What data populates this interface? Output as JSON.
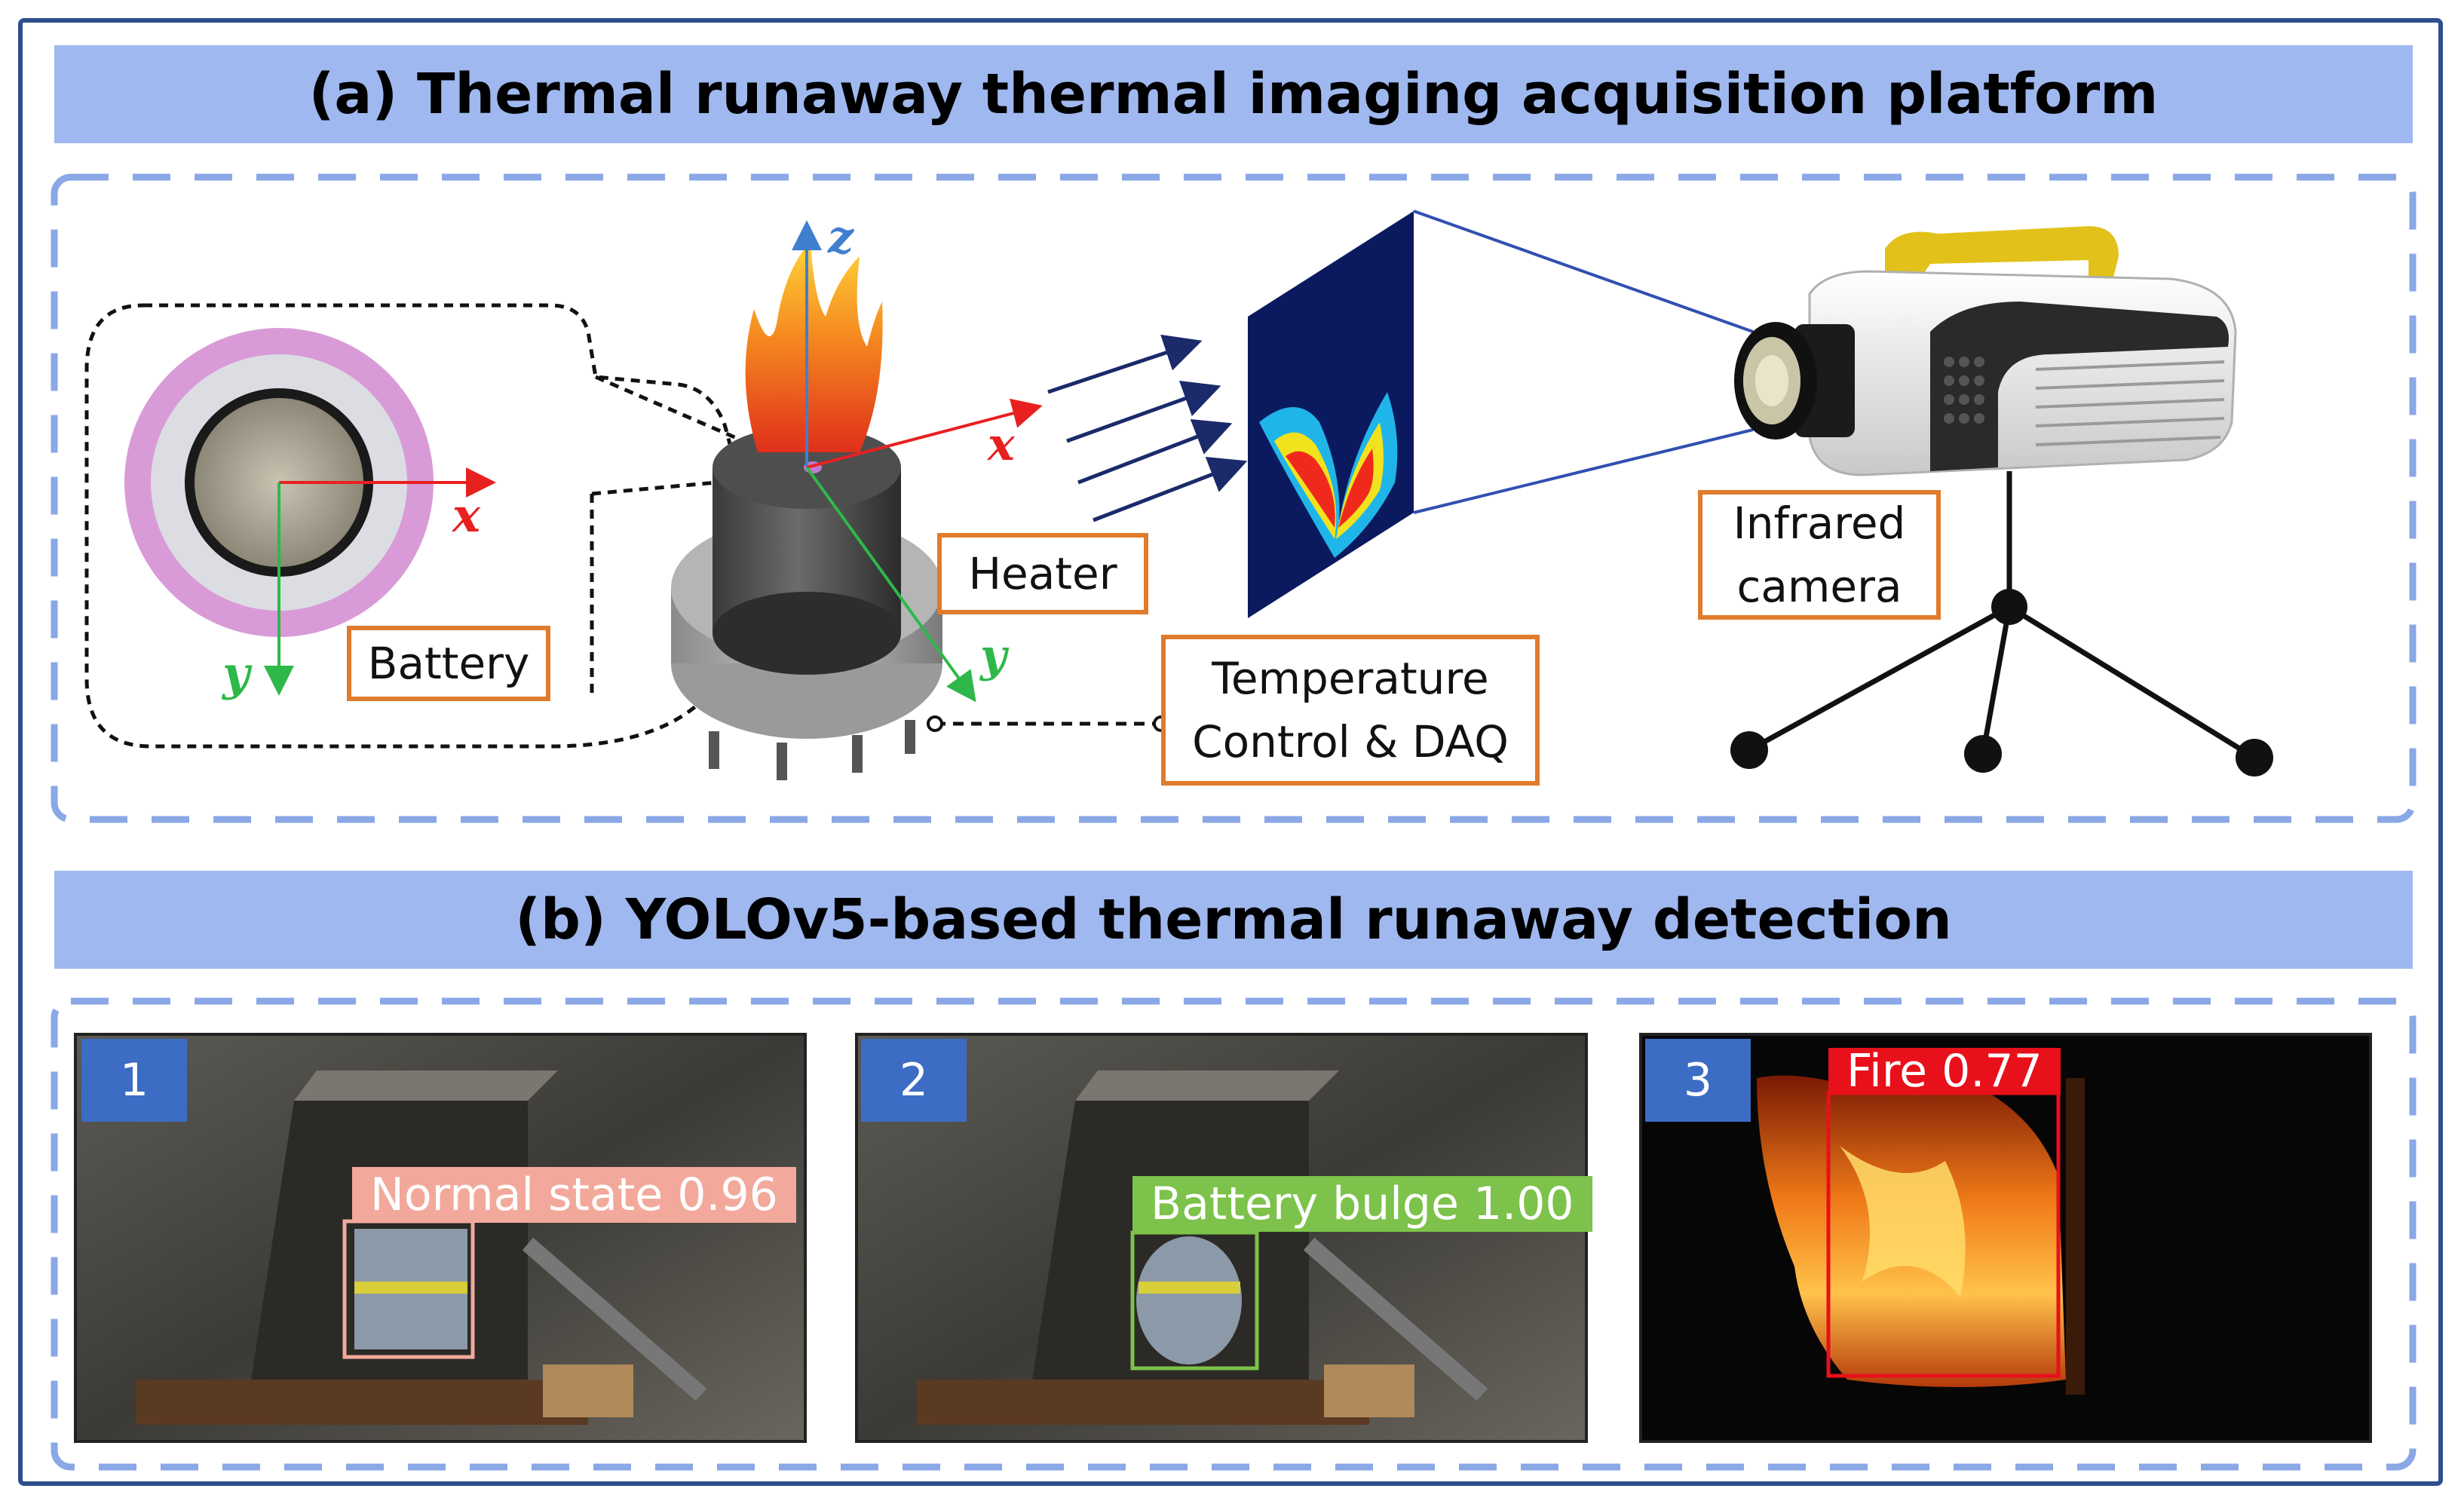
{
  "section_a": {
    "title": "(a) Thermal runaway thermal imaging acquisition platform"
  },
  "section_b": {
    "title": "(b) YOLOv5-based thermal runaway detection"
  },
  "labels": {
    "battery": "Battery",
    "heater": "Heater",
    "temp_line1": "Temperature",
    "temp_line2": "Control & DAQ",
    "camera_line1": "Infrared",
    "camera_line2": "camera"
  },
  "axes": {
    "battery_x": "x",
    "battery_y": "y",
    "heater_z": "z",
    "heater_x": "x",
    "heater_y": "y"
  },
  "panels": [
    {
      "number": "1",
      "label": "Normal state 0.96",
      "color": "#f2a99b"
    },
    {
      "number": "2",
      "label": "Battery bulge 1.00",
      "color": "#7dc24a"
    },
    {
      "number": "3",
      "label": "Fire 0.77",
      "color": "#e8101a"
    }
  ],
  "colors": {
    "banner": "#9fb8ef",
    "dashed_border": "#8aa7e6",
    "label_border": "#e07b2c",
    "badge": "#3c6cc4"
  }
}
